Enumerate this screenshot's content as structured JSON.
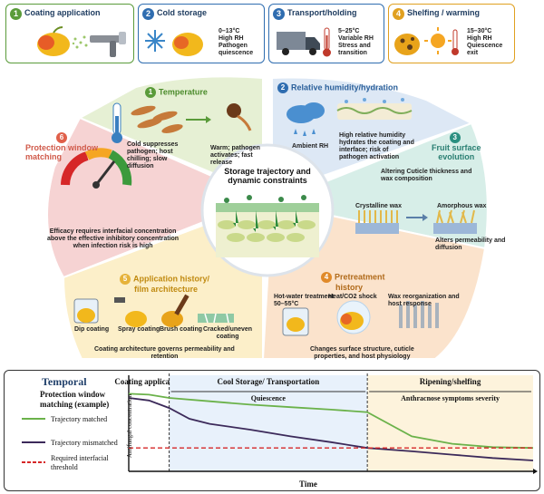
{
  "stages": [
    {
      "num": "1",
      "title": "Coating application",
      "color": "#5a9b3a",
      "lines": []
    },
    {
      "num": "2",
      "title": "Cold storage",
      "color": "#2f6db0",
      "lines": [
        "0–13°C",
        "High RH",
        "Pathogen",
        "quiescence"
      ]
    },
    {
      "num": "3",
      "title": "Transport/holding",
      "color": "#2f6db0",
      "lines": [
        "5–25°C",
        "Variable RH",
        "Stress and",
        "transition"
      ]
    },
    {
      "num": "4",
      "title": "Shelfing / warming",
      "color": "#e0a020",
      "lines": [
        "15–30°C",
        "High RH",
        "Quiescence",
        "exit"
      ]
    }
  ],
  "center": {
    "title_line1": "Storage trajectory and",
    "title_line2": "dynamic constraints"
  },
  "sections": {
    "temperature": {
      "num": "1",
      "title": "Temperature",
      "text_left": [
        "Cold suppresses",
        "pathogen; host",
        "chilling; slow",
        "diffusion"
      ],
      "text_right": [
        "Warm; pathogen",
        "activates; fast",
        "release"
      ]
    },
    "humidity": {
      "num": "2",
      "title": "Relative humidity/hydration",
      "ambient": "Ambient RH",
      "text": [
        "High relative humidity",
        "hydrates the coating and",
        "interface; risk of",
        "pathogen activation"
      ]
    },
    "surface": {
      "num": "3",
      "title_line1": "Fruit surface",
      "title_line2": "evolution",
      "text_top": [
        "Altering Cuticle thickness and",
        "wax composition"
      ],
      "crystalline": "Crystalline wax",
      "amorphous": "Amorphous wax",
      "alters": [
        "Alters permeability and",
        "diffusion"
      ]
    },
    "pretreatment": {
      "num": "4",
      "title_line1": "Pretreatment",
      "title_line2": "history",
      "items": [
        [
          "Hot-water treatment",
          "50–55°C"
        ],
        [
          "Heat/CO2 shock"
        ],
        [
          "Wax reorganization and",
          "host response"
        ]
      ],
      "text": [
        "Changes surface structure, cuticle",
        "properties, and host physiology"
      ]
    },
    "application": {
      "num": "5",
      "title_line1": "Application history/",
      "title_line2": "film architecture",
      "items": [
        "Dip coating",
        "Spray coating",
        "Brush coating",
        "Cracked/uneven",
        "coating"
      ],
      "text": [
        "Coating architecture governs permeability and",
        "retention"
      ]
    },
    "protection": {
      "num": "6",
      "title_line1": "Protection window",
      "title_line2": "matching",
      "text": [
        "Efficacy requires interfacial concentration",
        "above the effective inhibitory concentration",
        "when infection risk is high"
      ]
    }
  },
  "chart_data": {
    "type": "line",
    "title": "Temporal",
    "subtitle_lines": [
      "Protection window",
      "matching (example)"
    ],
    "xlabel": "Time",
    "ylabel": "Antifungal concentration",
    "phases": [
      {
        "label": "Coating application",
        "x_start": 0,
        "x_end": 0.1,
        "color": "#ffffff"
      },
      {
        "label": "Cool Storage/ Transportation",
        "sub_label": "Quiescence",
        "x_start": 0.1,
        "x_end": 0.59,
        "color": "#e8f1fb"
      },
      {
        "label": "Ripening/shelfing",
        "sub_label": "Anthracnose symptoms severity",
        "x_start": 0.59,
        "x_end": 1.0,
        "color": "#fdf3dc"
      }
    ],
    "xlim": [
      0,
      1
    ],
    "ylim": [
      0,
      1
    ],
    "series": [
      {
        "name": "Trajectory matched",
        "color": "#6bb24a",
        "x": [
          0.0,
          0.05,
          0.1,
          0.2,
          0.3,
          0.4,
          0.5,
          0.59,
          0.7,
          0.8,
          0.9,
          1.0
        ],
        "y": [
          0.93,
          0.92,
          0.88,
          0.84,
          0.8,
          0.77,
          0.74,
          0.71,
          0.42,
          0.33,
          0.29,
          0.28
        ]
      },
      {
        "name": "Trajectory mismatched",
        "color": "#3c2a5a",
        "x": [
          0.0,
          0.05,
          0.1,
          0.15,
          0.2,
          0.3,
          0.4,
          0.5,
          0.59,
          0.7,
          0.8,
          0.9,
          1.0
        ],
        "y": [
          0.88,
          0.85,
          0.76,
          0.63,
          0.57,
          0.5,
          0.42,
          0.35,
          0.28,
          0.24,
          0.2,
          0.16,
          0.13
        ]
      },
      {
        "name": "Required interfacial threshold",
        "color": "#d62728",
        "style": "dashed",
        "x": [
          0.0,
          1.0
        ],
        "y": [
          0.28,
          0.28
        ]
      }
    ],
    "legend_position": "left"
  }
}
